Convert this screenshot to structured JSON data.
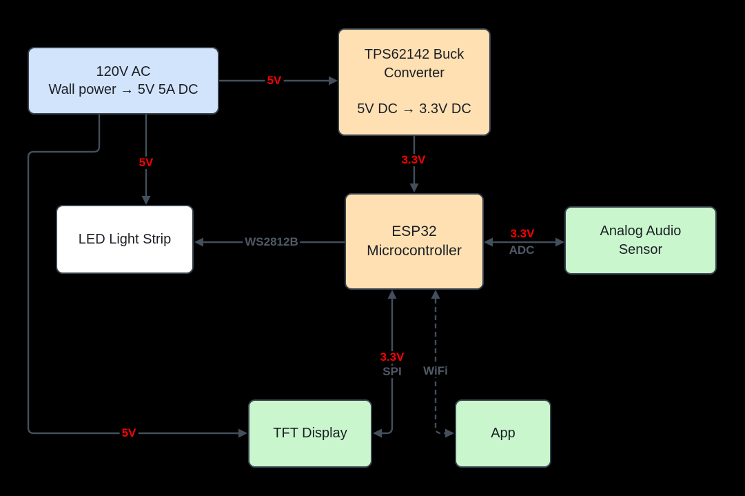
{
  "diagram": {
    "nodes": {
      "power_supply": {
        "line1": "120V AC",
        "line2": "Wall power → 5V 5A DC"
      },
      "buck_converter": {
        "line1": "TPS62142 Buck Converter",
        "line2": "5V DC → 3.3V DC"
      },
      "esp32": {
        "line1": "ESP32",
        "line2": "Microcontroller"
      },
      "led_strip": {
        "label": "LED Light Strip"
      },
      "audio_sensor": {
        "label": "Analog Audio Sensor"
      },
      "tft_display": {
        "label": "TFT Display"
      },
      "app": {
        "label": "App"
      }
    },
    "edge_labels": {
      "power_to_buck": "5V",
      "power_to_led": "5V",
      "power_to_tft": "5V",
      "buck_to_esp32": "3.3V",
      "esp32_to_led": "WS2812B",
      "esp32_sensor_voltage": "3.3V",
      "esp32_sensor_bus": "ADC",
      "esp32_tft_voltage": "3.3V",
      "esp32_tft_bus": "SPI",
      "esp32_app_bus": "WiFi"
    },
    "colors": {
      "background": "#000000",
      "connector_stroke": "#434f5c",
      "node_border": "#37424e",
      "node_text": "#1b1f24",
      "voltage_label": "#ff0000",
      "bus_label": "#4f5a66",
      "fill_power_blue": "#d2e3fc",
      "fill_orange": "#ffe0b3",
      "fill_green": "#c9f6cd",
      "fill_white": "#ffffff"
    }
  }
}
